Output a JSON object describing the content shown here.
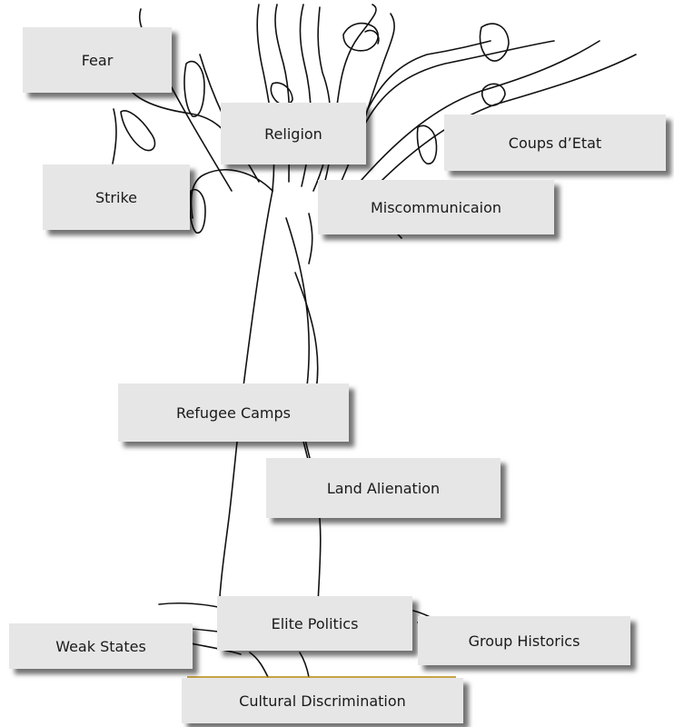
{
  "labels": {
    "fear": "Fear",
    "religion": "Religion",
    "coups": "Coups d’Etat",
    "strike": "Strike",
    "miscommunication": "Miscommunicaion",
    "refugee_camps": "Refugee Camps",
    "land_alienation": "Land Alienation",
    "elite_politics": "Elite Politics",
    "weak_states": "Weak States",
    "group_historics": "Group Historics",
    "cultural_discrimination": "Cultural Discrimination"
  },
  "colors": {
    "label_bg": "#e6e6e6",
    "line": "#111111",
    "accent_border": "#b8860b"
  }
}
